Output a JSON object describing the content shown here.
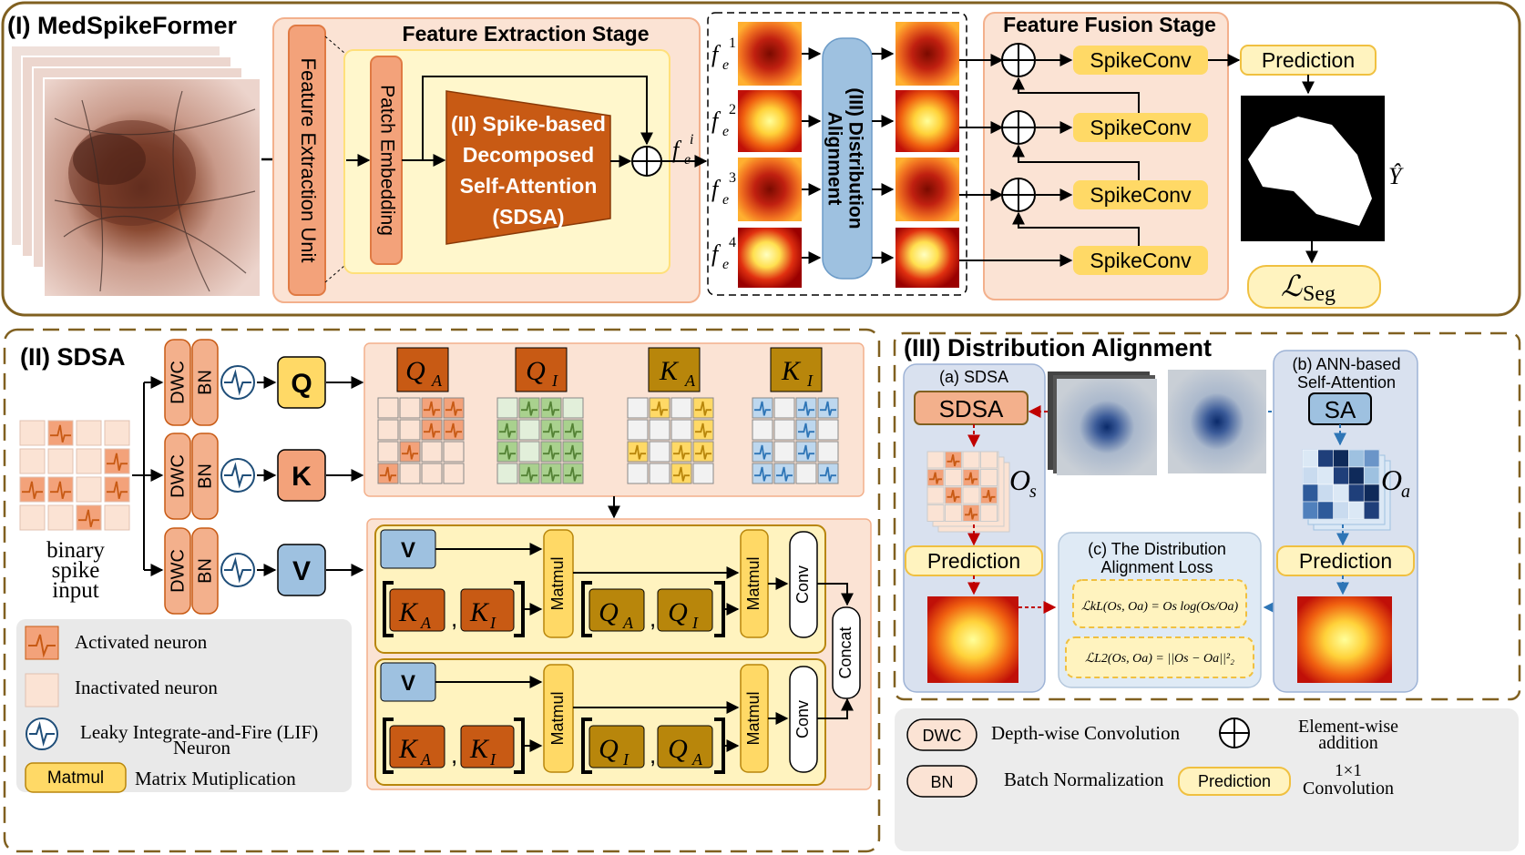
{
  "panel1": {
    "title": "(I) MedSpikeFormer",
    "feature_unit": "Feature Extraction Unit",
    "extraction_stage": "Feature Extraction Stage",
    "patch_embedding": "Patch Embedding",
    "sdsa_block": [
      "(II) Spike-based",
      "Decomposed",
      "Self-Attention",
      "(SDSA)"
    ],
    "fi_base": "f",
    "fi_sub": "e",
    "fi_sup": "i",
    "features": [
      {
        "base": "f",
        "sub": "e",
        "sup": "1"
      },
      {
        "base": "f",
        "sub": "e",
        "sup": "2"
      },
      {
        "base": "f",
        "sub": "e",
        "sup": "3"
      },
      {
        "base": "f",
        "sub": "e",
        "sup": "4"
      }
    ],
    "distribution_alignment": [
      "(III) Distribution",
      "Alignment"
    ],
    "fusion_stage": "Feature Fusion Stage",
    "spikeconv": "SpikeConv",
    "prediction": "Prediction",
    "y_hat": "Ŷ",
    "loss_base": "ℒ",
    "loss_sub": "Seg"
  },
  "panel2": {
    "title": "(II) SDSA",
    "dwc": "DWC",
    "bn": "BN",
    "q": "Q",
    "k": "K",
    "v": "V",
    "input_label": [
      "binary",
      "spike",
      "input"
    ],
    "heads": [
      {
        "base": "Q",
        "sub": "A"
      },
      {
        "base": "Q",
        "sub": "I"
      },
      {
        "base": "K",
        "sub": "A"
      },
      {
        "base": "K",
        "sub": "I"
      }
    ],
    "matmul": "Matmul",
    "conv": "Conv",
    "concat": "Concat",
    "comma": ",",
    "legend": {
      "activated": "Activated neuron",
      "inactivated": "Inactivated neuron",
      "lif": [
        "Leaky Integrate-and-Fire (LIF)",
        "Neuron"
      ],
      "matmul": "Matrix Mutiplication"
    }
  },
  "panel3": {
    "title": "(III) Distribution Alignment",
    "a_label": "(a) SDSA",
    "sdsa": "SDSA",
    "b_label": [
      "(b) ANN-based",
      "Self-Attention"
    ],
    "sa": "SA",
    "os_base": "O",
    "os_sub": "s",
    "oa_base": "O",
    "oa_sub": "a",
    "prediction": "Prediction",
    "c_label": [
      "(c)  The Distribution",
      "Alignment Loss"
    ],
    "kl_formula": "ℒkL(Os, Oa) =  Os log(Os/Oa)",
    "l2_formula": "ℒL2(Os, Oa) =  ||Os − Oa||²₂"
  },
  "bottom_legend": {
    "dwc": "DWC",
    "dwc_desc": "Depth-wise Convolution",
    "bn": "BN",
    "bn_desc": "Batch Normalization",
    "add_desc": [
      "Element-wise",
      "addition"
    ],
    "prediction": "Prediction",
    "conv_desc": [
      "1×1",
      "Convolution"
    ]
  },
  "colors": {
    "border": "#806020",
    "orange": "#f3b08c",
    "orange_dark": "#e07a43",
    "yellow": "#ffe07a",
    "yellow_box": "#fff3bf",
    "brown": "#c85a14",
    "blue_box": "#9ec1e0",
    "q_fill": "#ffd966",
    "kq_dark": "#b8860b"
  }
}
